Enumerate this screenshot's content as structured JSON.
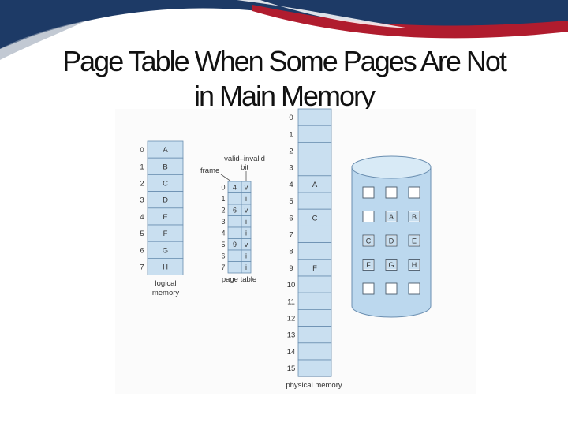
{
  "slide": {
    "title_line1": "Page Table When Some Pages  Are Not",
    "title_line2": "in Main Memory"
  },
  "colors": {
    "navy": "#1d3a66",
    "red": "#b01c2e",
    "cell_fill": "#c9dff0",
    "cell_stroke": "#6a8eb0",
    "disk_fill": "#bcd8ee",
    "disk_top": "#d8eaf6"
  },
  "logical_memory": {
    "label_line1": "logical",
    "label_line2": "memory",
    "rows": [
      {
        "index": "0",
        "page": "A"
      },
      {
        "index": "1",
        "page": "B"
      },
      {
        "index": "2",
        "page": "C"
      },
      {
        "index": "3",
        "page": "D"
      },
      {
        "index": "4",
        "page": "E"
      },
      {
        "index": "5",
        "page": "F"
      },
      {
        "index": "6",
        "page": "G"
      },
      {
        "index": "7",
        "page": "H"
      }
    ]
  },
  "page_table": {
    "frame_label": "frame",
    "bit_label_line1": "valid–invalid",
    "bit_label_line2": "bit",
    "label": "page table",
    "rows": [
      {
        "index": "0",
        "frame": "4",
        "bit": "v"
      },
      {
        "index": "1",
        "frame": "",
        "bit": "i"
      },
      {
        "index": "2",
        "frame": "6",
        "bit": "v"
      },
      {
        "index": "3",
        "frame": "",
        "bit": "i"
      },
      {
        "index": "4",
        "frame": "",
        "bit": "i"
      },
      {
        "index": "5",
        "frame": "9",
        "bit": "v"
      },
      {
        "index": "6",
        "frame": "",
        "bit": "i"
      },
      {
        "index": "7",
        "frame": "",
        "bit": "i"
      }
    ]
  },
  "physical_memory": {
    "label": "physical memory",
    "frames": [
      {
        "index": "0",
        "content": ""
      },
      {
        "index": "1",
        "content": ""
      },
      {
        "index": "2",
        "content": ""
      },
      {
        "index": "3",
        "content": ""
      },
      {
        "index": "4",
        "content": "A"
      },
      {
        "index": "5",
        "content": ""
      },
      {
        "index": "6",
        "content": "C"
      },
      {
        "index": "7",
        "content": ""
      },
      {
        "index": "8",
        "content": ""
      },
      {
        "index": "9",
        "content": "F"
      },
      {
        "index": "10",
        "content": ""
      },
      {
        "index": "11",
        "content": ""
      },
      {
        "index": "12",
        "content": ""
      },
      {
        "index": "13",
        "content": ""
      },
      {
        "index": "14",
        "content": ""
      },
      {
        "index": "15",
        "content": ""
      }
    ]
  },
  "backing_store": {
    "rows": [
      [
        "",
        "",
        ""
      ],
      [
        "",
        "A",
        "B"
      ],
      [
        "C",
        "D",
        "E"
      ],
      [
        "F",
        "G",
        "H"
      ],
      [
        "",
        "",
        ""
      ]
    ]
  }
}
